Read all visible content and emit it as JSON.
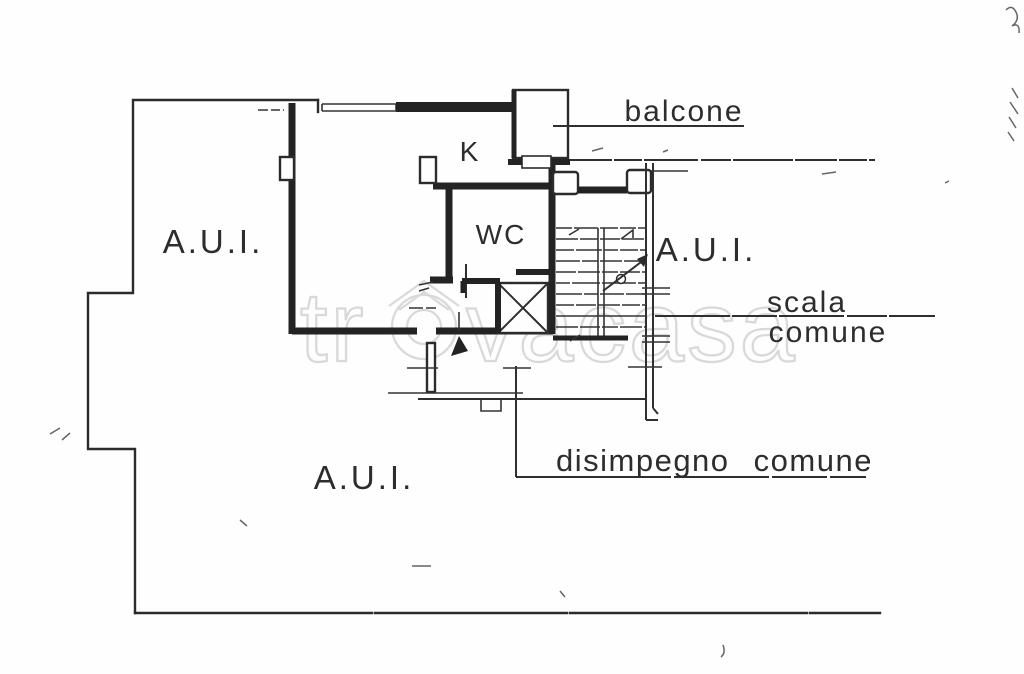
{
  "watermark": {
    "prefix": "tr",
    "suffix": "vacasa",
    "color": "#d9d9d9"
  },
  "labels": {
    "aui_left": "A.U.I.",
    "aui_right": "A.U.I.",
    "aui_bottom": "A.U.I.",
    "kitchen": "K",
    "wc": "WC",
    "balcone": "balcone",
    "scala": "scala",
    "scala_sub": "comune",
    "disimpegno": "disimpegno comune"
  },
  "colors": {
    "ink": "#2b2b2b",
    "paper": "#fefefe"
  }
}
